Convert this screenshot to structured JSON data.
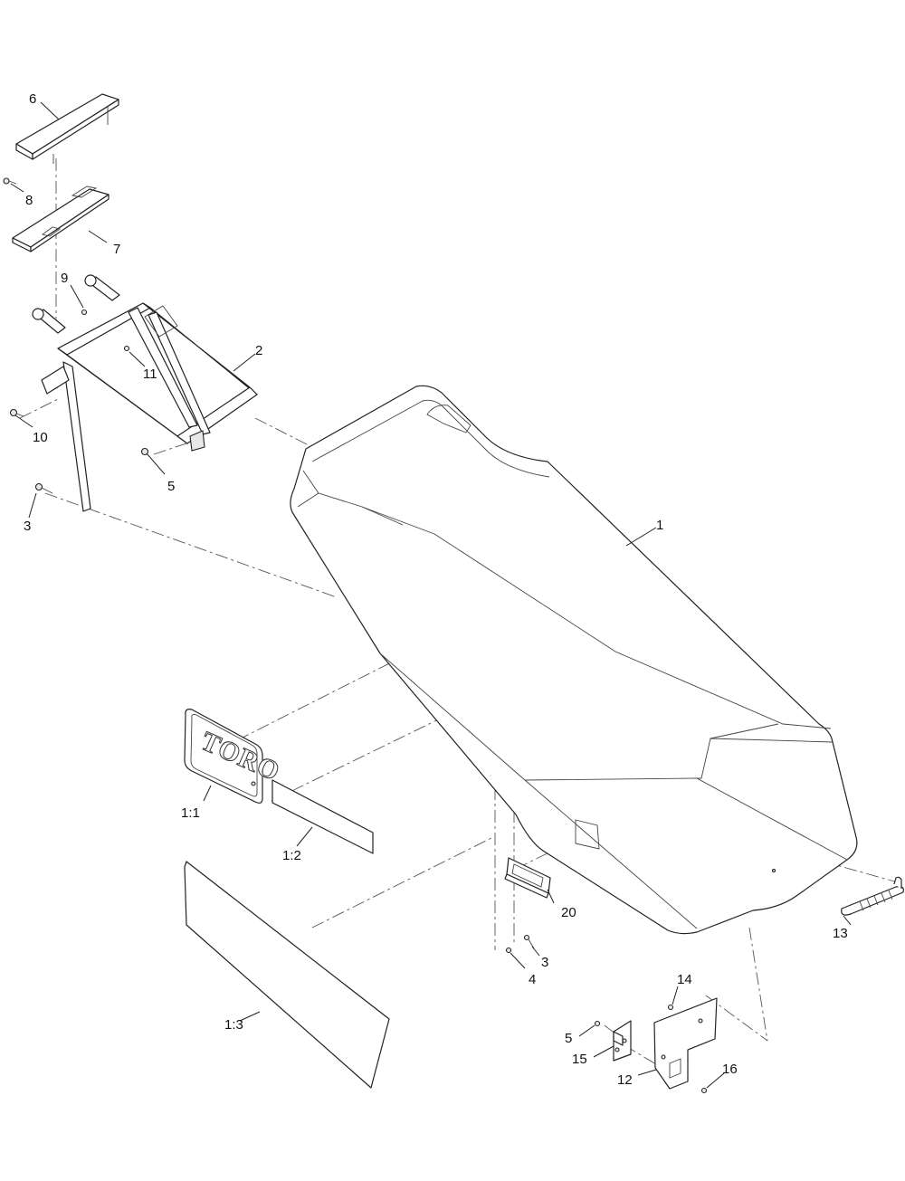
{
  "logo": {
    "text": "TORO"
  },
  "callouts": {
    "c6": "6",
    "c8": "8",
    "c7": "7",
    "c9": "9",
    "c2": "2",
    "c11": "11",
    "c10": "10",
    "c5a": "5",
    "c3a": "3",
    "c1": "1",
    "c1_1": "1:1",
    "c1_2": "1:2",
    "c20": "20",
    "c13": "13",
    "c3b": "3",
    "c4": "4",
    "c1_3": "1:3",
    "c14": "14",
    "c5b": "5",
    "c15": "15",
    "c12": "12",
    "c16": "16"
  }
}
